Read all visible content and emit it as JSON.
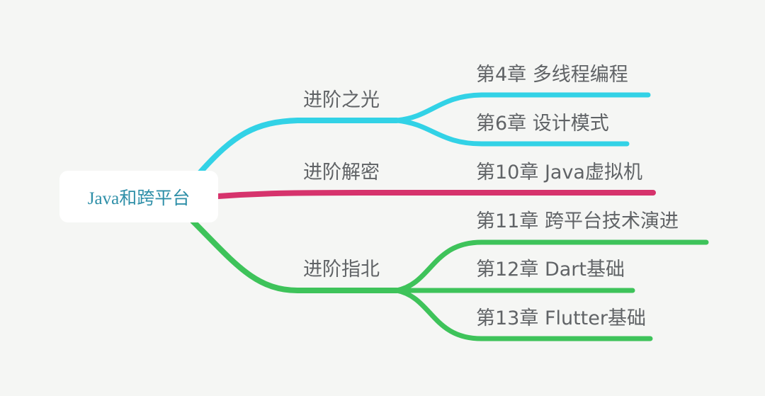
{
  "root": {
    "label": "Java和跨平台"
  },
  "branches": [
    {
      "label": "进阶之光",
      "color": "#32d2e6",
      "children": [
        "第4章 多线程编程",
        "第6章 设计模式"
      ]
    },
    {
      "label": "进阶解密",
      "color": "#d6336c",
      "children": [
        "第10章 Java虚拟机"
      ]
    },
    {
      "label": "进阶指北",
      "color": "#3ec35a",
      "children": [
        "第11章 跨平台技术演进",
        "第12章 Dart基础",
        "第13章 Flutter基础"
      ]
    }
  ]
}
